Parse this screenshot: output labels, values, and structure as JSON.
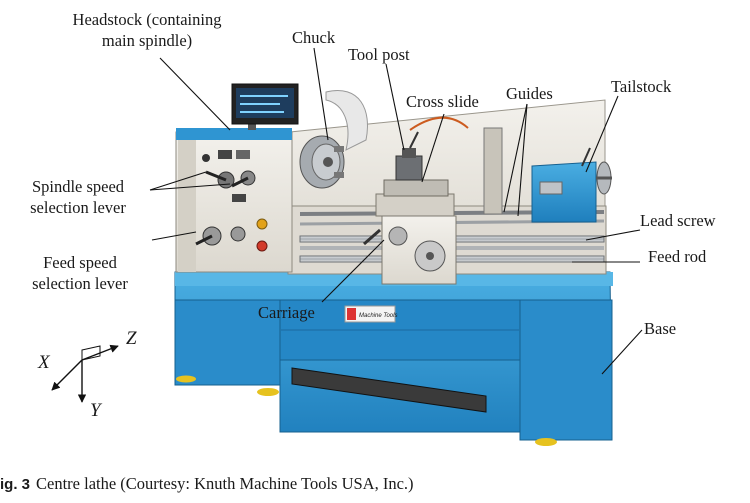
{
  "labels": {
    "headstock_1": "Headstock (containing",
    "headstock_2": "main spindle)",
    "chuck": "Chuck",
    "tool_post": "Tool post",
    "cross_slide": "Cross slide",
    "guides": "Guides",
    "tailstock": "Tailstock",
    "spindle_speed_1": "Spindle speed",
    "spindle_speed_2": "selection lever",
    "lead_screw": "Lead screw",
    "feed_rod": "Feed rod",
    "feed_speed_1": "Feed speed",
    "feed_speed_2": "selection lever",
    "carriage": "Carriage",
    "base": "Base"
  },
  "axes": {
    "x": "X",
    "y": "Y",
    "z": "Z"
  },
  "brand_plate": "Machine Tools",
  "caption": {
    "figure": "ig. 3",
    "text": "Centre lathe (Courtesy: Knuth Machine Tools USA, Inc.)"
  },
  "colors": {
    "machine_blue": "#2f95d2",
    "machine_blue_dark": "#1d6ea6",
    "body_cream": "#e9e6df",
    "feet_yellow": "#e6c21f",
    "steel": "#b8bcc0"
  }
}
